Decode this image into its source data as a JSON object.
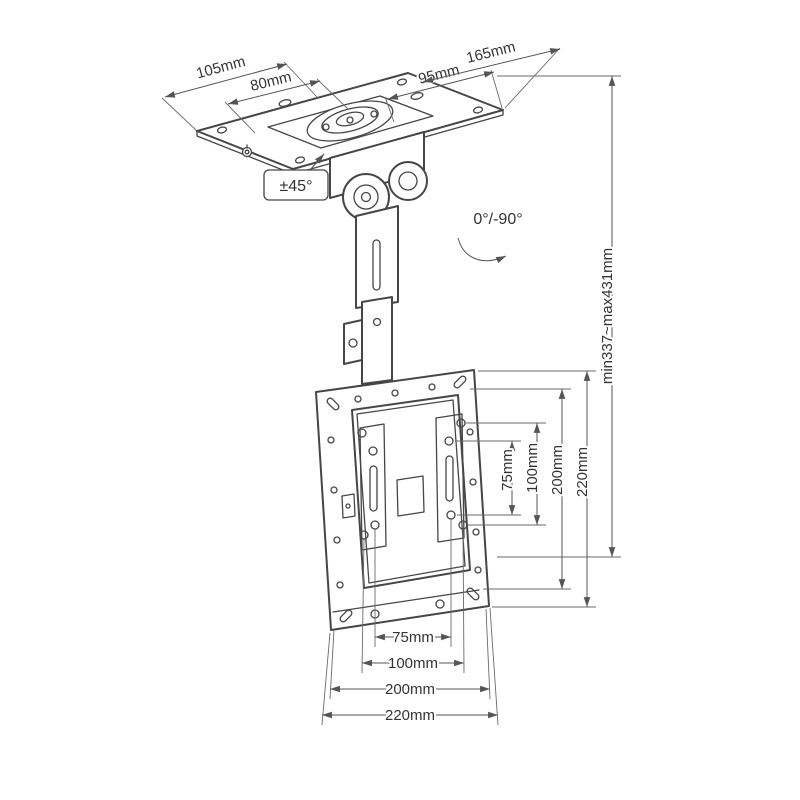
{
  "colors": {
    "background": "#ffffff",
    "line": "#464646",
    "dimension_line": "#555555",
    "text": "#333333"
  },
  "labels": {
    "dim_105": "105mm",
    "dim_80": "80mm",
    "dim_95": "95mm",
    "dim_165": "165mm",
    "swivel": "±45°",
    "tilt": "0°/-90°",
    "height_range": "min337~max431mm",
    "side_75": "75mm",
    "side_100": "100mm",
    "side_200": "200mm",
    "side_220": "220mm",
    "bottom_75": "75mm",
    "bottom_100": "100mm",
    "bottom_200": "200mm",
    "bottom_220": "220mm"
  }
}
